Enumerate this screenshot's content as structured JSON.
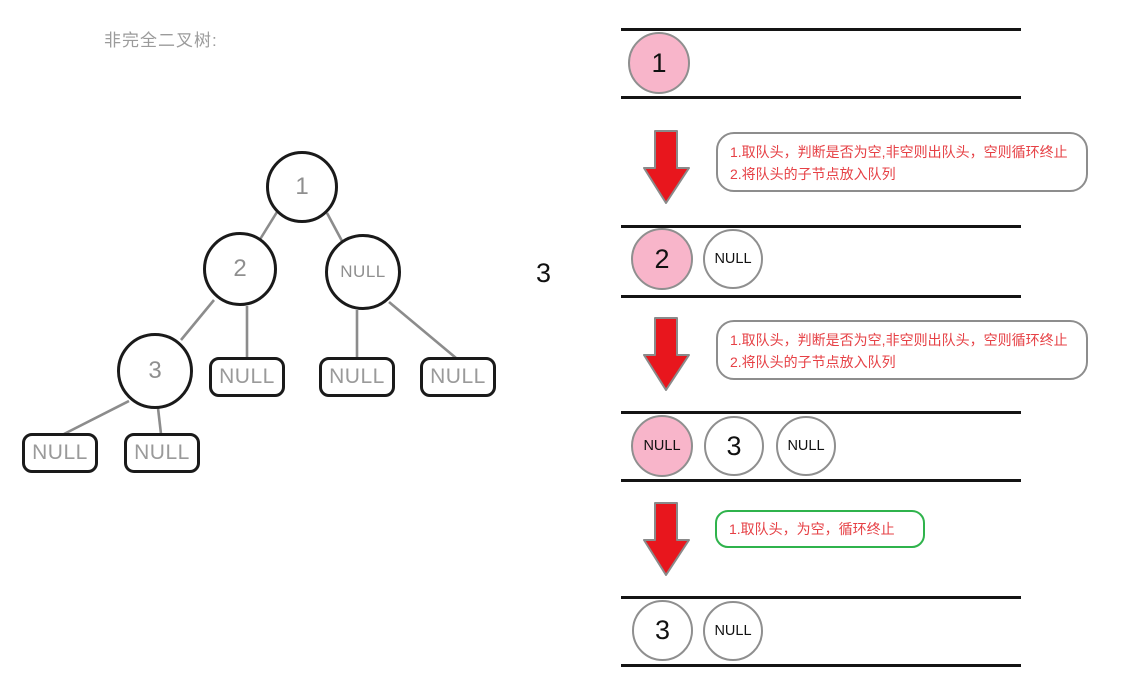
{
  "title": "非完全二叉树:",
  "between_label": "3",
  "colors": {
    "queue_highlight_pink": "#f8b5ca",
    "arrow_red": "#e8161d",
    "annotation_text_red": "#e64045",
    "annotation_border_gray": "#8d8d8d",
    "annotation_border_green": "#2fb34c",
    "tree_text_gray": "#8f8f8f",
    "node_border_black": "#1a1a1a"
  },
  "tree": {
    "nodes": [
      {
        "id": "root",
        "label": "1",
        "shape": "circle"
      },
      {
        "id": "left",
        "label": "2",
        "shape": "circle"
      },
      {
        "id": "right",
        "label": "NULL",
        "shape": "circle"
      },
      {
        "id": "left-left",
        "label": "3",
        "shape": "circle"
      },
      {
        "id": "left-right",
        "label": "NULL",
        "shape": "box"
      },
      {
        "id": "right-left",
        "label": "NULL",
        "shape": "box"
      },
      {
        "id": "right-right",
        "label": "NULL",
        "shape": "box"
      },
      {
        "id": "leftleft-left",
        "label": "NULL",
        "shape": "box"
      },
      {
        "id": "leftleft-right",
        "label": "NULL",
        "shape": "box"
      }
    ]
  },
  "queue_steps": [
    {
      "items": [
        {
          "label": "1",
          "highlighted": true
        }
      ]
    },
    {
      "items": [
        {
          "label": "2",
          "highlighted": true
        },
        {
          "label": "NULL",
          "highlighted": false
        }
      ]
    },
    {
      "items": [
        {
          "label": "NULL",
          "highlighted": true
        },
        {
          "label": "3",
          "highlighted": false
        },
        {
          "label": "NULL",
          "highlighted": false
        }
      ]
    },
    {
      "items": [
        {
          "label": "3",
          "highlighted": false
        },
        {
          "label": "NULL",
          "highlighted": false
        }
      ]
    }
  ],
  "annotations": [
    {
      "line1": "1.取队头，判断是否为空,非空则出队头，空则循环终止",
      "line2": "2.将队头的子节点放入队列",
      "border": "gray"
    },
    {
      "line1": "1.取队头，判断是否为空,非空则出队头，空则循环终止",
      "line2": "2.将队头的子节点放入队列",
      "border": "gray"
    },
    {
      "line1": "1.取队头，为空，循环终止",
      "border": "green"
    }
  ]
}
